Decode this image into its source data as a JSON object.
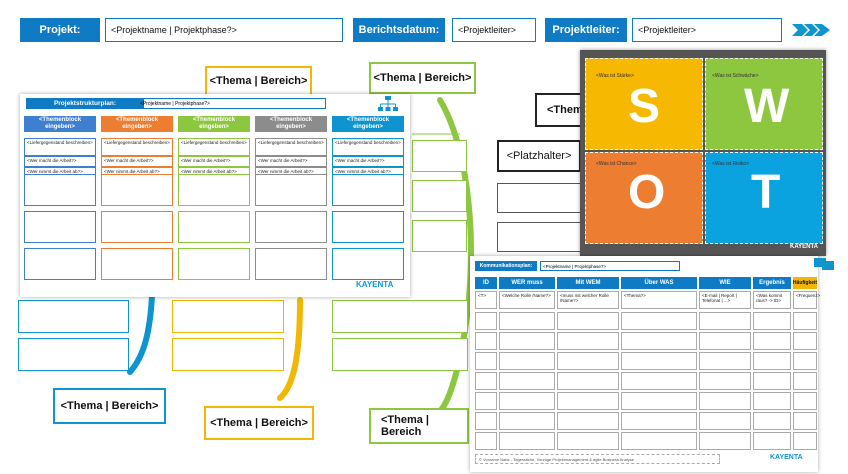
{
  "header": {
    "projekt_label": "Projekt:",
    "projekt_value": "<Projektname | Projektphase?>",
    "datum_label": "Berichtsdatum:",
    "datum_value": "<Projektleiter>",
    "leiter_label": "Projektleiter:",
    "leiter_value": "<Projektleiter>"
  },
  "mindmap": {
    "topic": "<Thema | Bereich>",
    "placeholder_short": "<Them",
    "platzhalter": "<Platzhalter>",
    "truncated_topic": "<Thema | Bereich"
  },
  "psp": {
    "title": "Projektstrukturplan:",
    "project_field": "<Projektname | Projektphase?>",
    "columns": [
      "<Themenblock eingeben>",
      "<Themenblock eingeben>",
      "<Themenblock eingeben>",
      "<Themenblock eingeben>",
      "<Themenblock eingeben>"
    ],
    "cell_line1": "<Liefergegenstand beschreiben>",
    "cell_line2": "<Wer macht die Arbeit?>",
    "cell_line3": "<Wer nimmt die Arbeit ab?>",
    "brand": "KAYENTA"
  },
  "swot": {
    "q1": "<Was ist Stärke>",
    "q2": "<Was ist Schwäche>",
    "q3": "<Was ist Chance>",
    "q4": "<Was ist Risiko>",
    "letters": [
      "S",
      "W",
      "O",
      "T"
    ],
    "brand": "KAYENTA"
  },
  "matrix": {
    "title": "Kommunikationsplan:",
    "project_field": "<Projektname | Projektphase?>",
    "headers": [
      "ID",
      "WER muss",
      "Mit WEM",
      "Über WAS",
      "WIE",
      "Ergebnis",
      "Häufigkeit"
    ],
    "row1": [
      "<T>",
      "<Welche Rolle /Name?>",
      "<muss mit welcher Rolle /Name?>",
      "<Thema?>",
      "<E-mail | Report | Telefonat | ...>",
      "<Was kommt raus? -> ID>",
      "<Frequenz>"
    ],
    "footer": "© Vorname Nahe - Tagesstiche, Vorzüge Projektmanagement & agile Business Analyse",
    "brand": "KAYENTA"
  },
  "colors": {
    "primary": "#0e7bc4",
    "gold": "#f2b705",
    "green": "#8dc63f",
    "swot_s": "#f6b800",
    "swot_w": "#8dc63f",
    "swot_o": "#ed7d31",
    "swot_t": "#0aa3e0"
  }
}
